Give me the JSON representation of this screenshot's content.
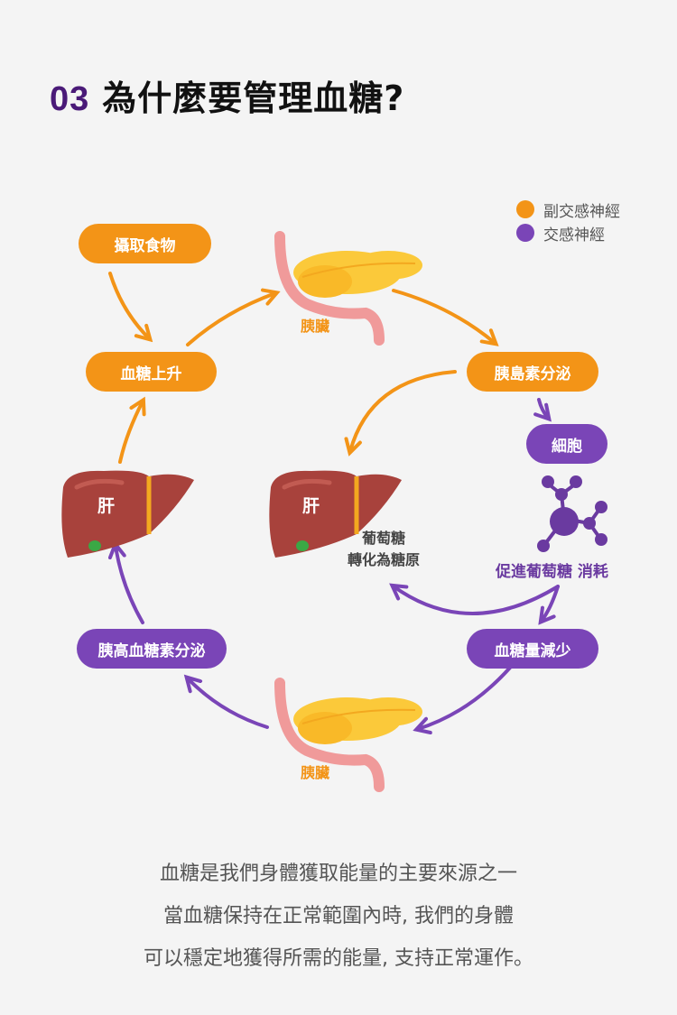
{
  "title": {
    "number": "03",
    "text": "為什麼要管理血糖?"
  },
  "legend": [
    {
      "label": "副交感神經",
      "color": "#f39417"
    },
    {
      "label": "交感神經",
      "color": "#7a45b7"
    }
  ],
  "nodes": {
    "intake_food": "攝取食物",
    "blood_sugar_rise": "血糖上升",
    "pancreas_top": "胰臟",
    "insulin_secretion": "胰島素分泌",
    "cells": "細胞",
    "promote_glucose": "促進葡萄糖 消耗",
    "liver_left": "肝",
    "liver_center": "肝",
    "glucose_to_glycogen_line1": "葡萄糖",
    "glucose_to_glycogen_line2": "轉化為糖原",
    "blood_sugar_decrease": "血糖量減少",
    "glucagon_secretion": "胰高血糖素分泌",
    "pancreas_bottom": "胰臟"
  },
  "colors": {
    "orange": "#f39417",
    "purple": "#7a45b7",
    "liver": "#a8423c",
    "pancreas": "#fbc93a",
    "duct": "#f09a9a"
  },
  "description": [
    "血糖是我們身體獲取能量的主要來源之一",
    "當血糖保持在正常範圍內時, 我們的身體",
    "可以穩定地獲得所需的能量, 支持正常運作。"
  ]
}
